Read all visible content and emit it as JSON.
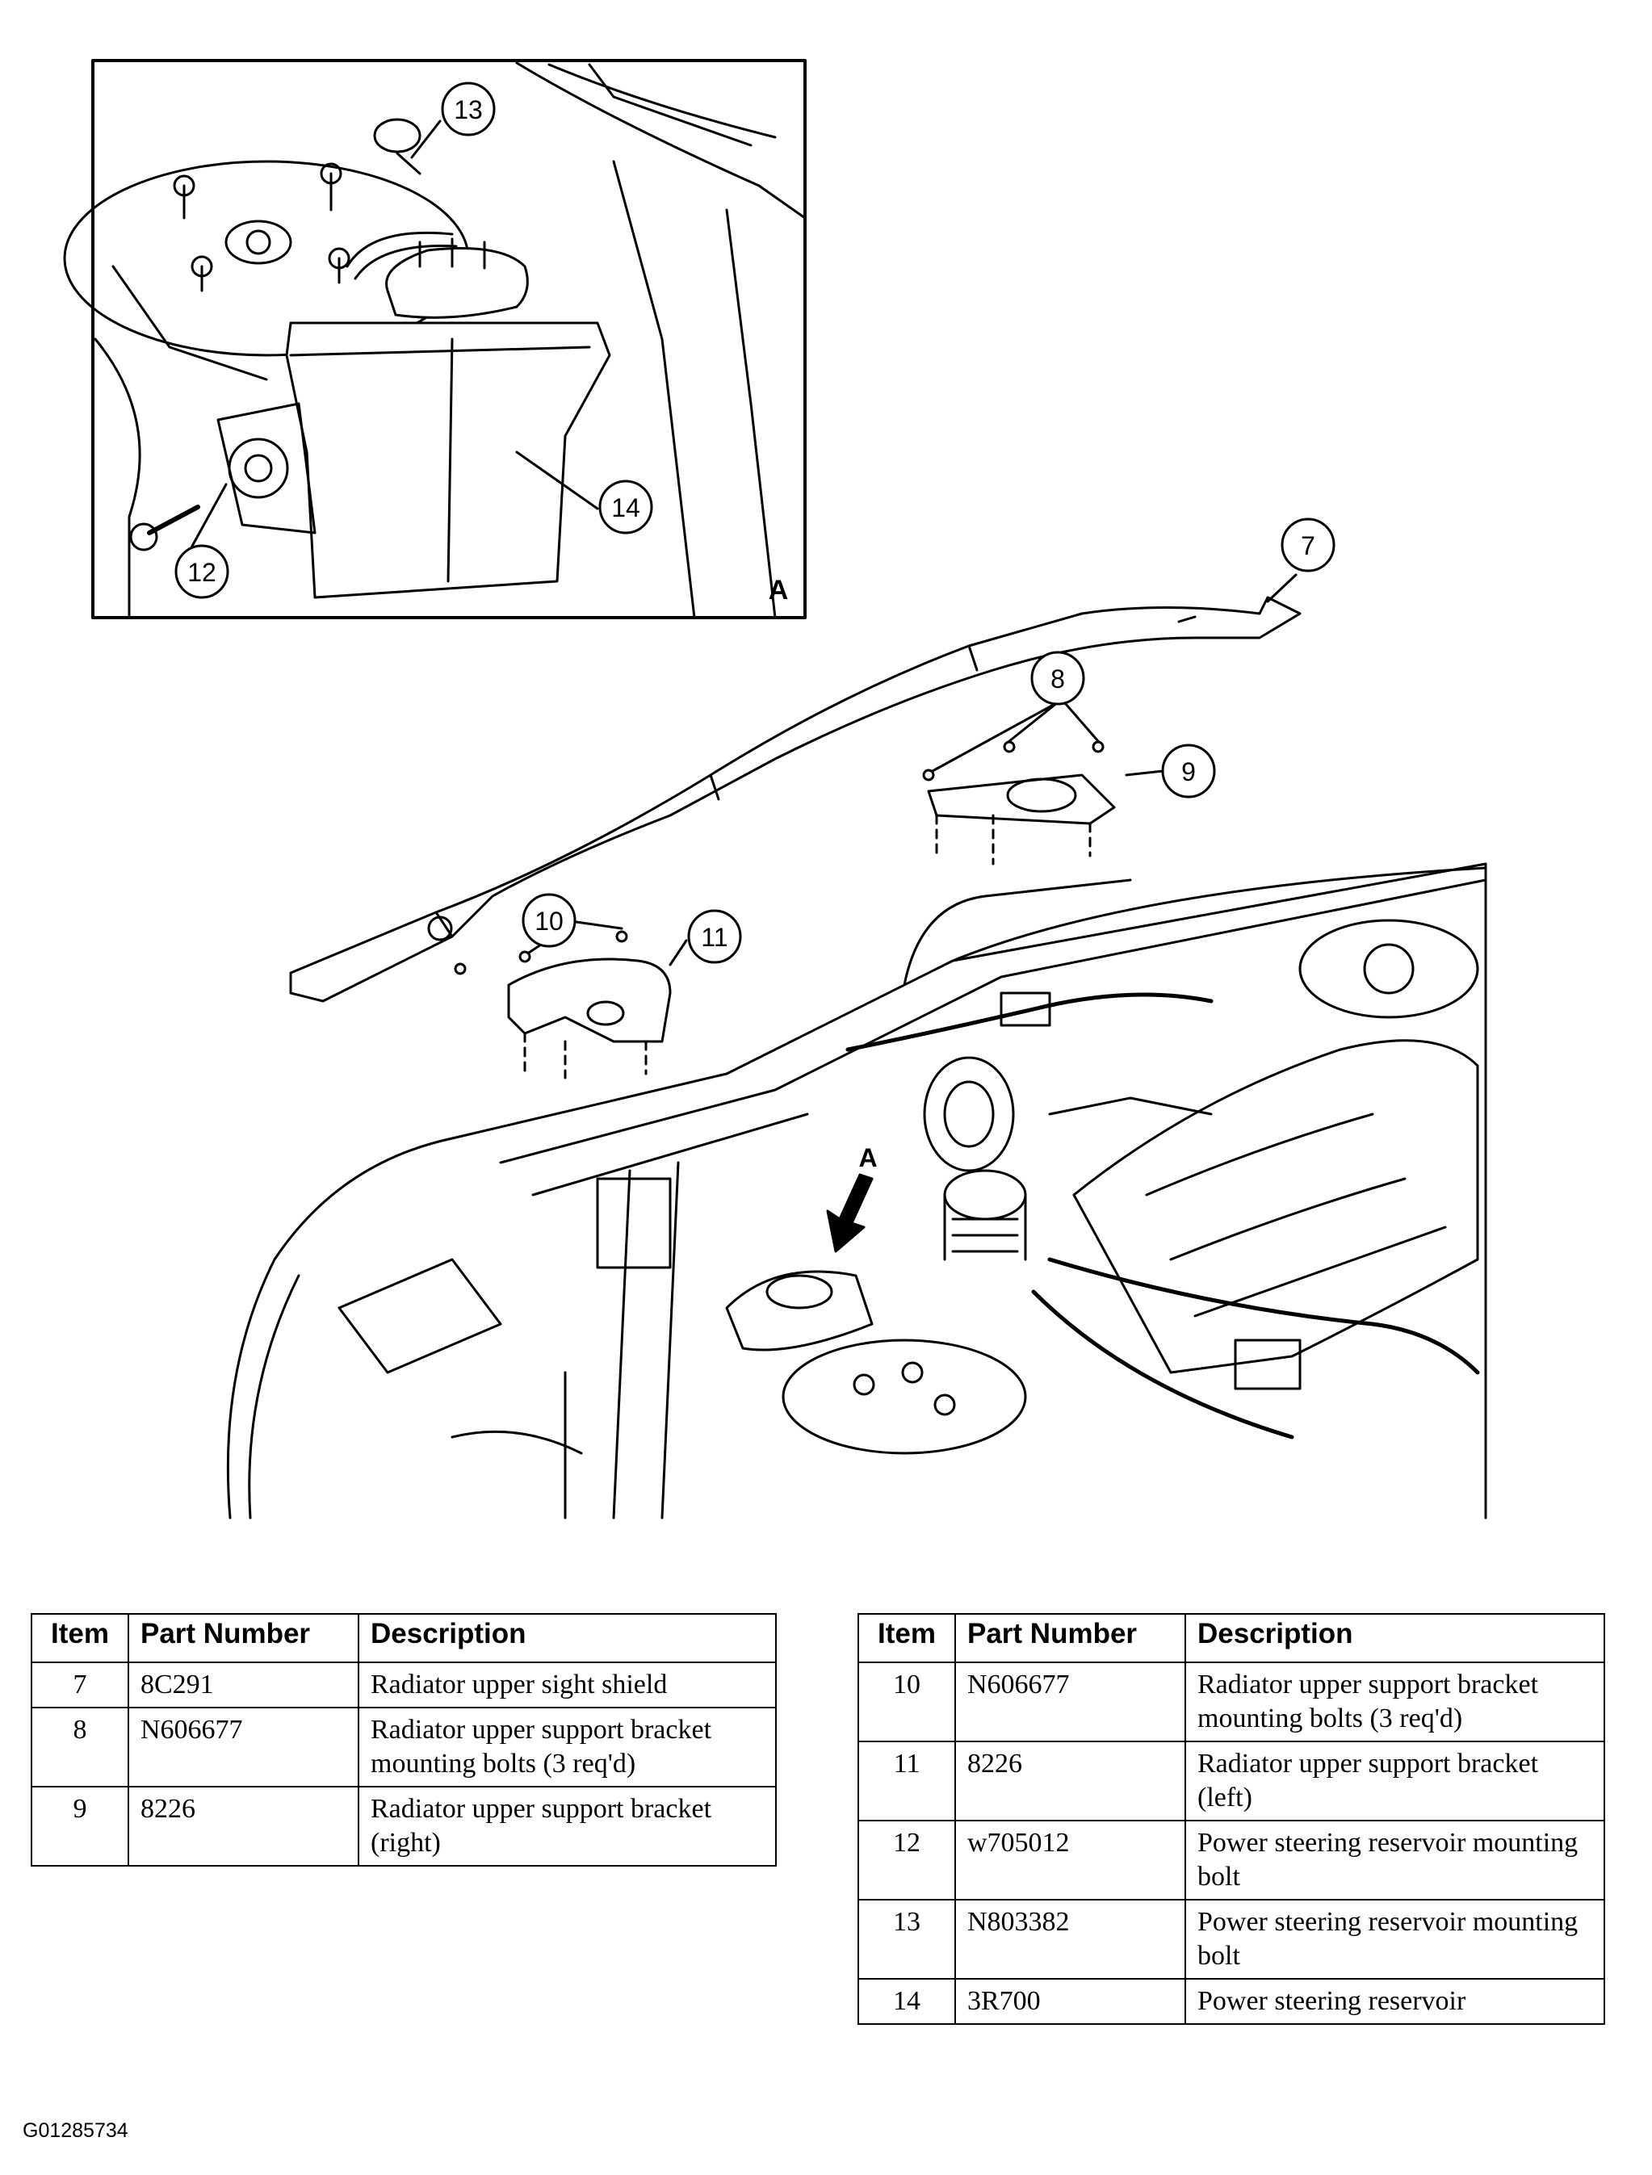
{
  "figure": {
    "inset_label": "A",
    "view_arrow_label": "A",
    "callouts": [
      "7",
      "8",
      "9",
      "10",
      "11",
      "12",
      "13",
      "14"
    ]
  },
  "tables": {
    "headers": {
      "item": "Item",
      "part_number": "Part Number",
      "description": "Description"
    },
    "left": [
      {
        "item": "7",
        "part_number": "8C291",
        "description": "Radiator upper sight shield"
      },
      {
        "item": "8",
        "part_number": "N606677",
        "description": "Radiator upper support bracket mounting bolts (3 req'd)"
      },
      {
        "item": "9",
        "part_number": "8226",
        "description": "Radiator upper support bracket (right)"
      }
    ],
    "right": [
      {
        "item": "10",
        "part_number": "N606677",
        "description": "Radiator upper support bracket mounting bolts (3 req'd)"
      },
      {
        "item": "11",
        "part_number": "8226",
        "description": "Radiator upper support bracket (left)"
      },
      {
        "item": "12",
        "part_number": "w705012",
        "description": "Power steering reservoir mounting bolt"
      },
      {
        "item": "13",
        "part_number": "N803382",
        "description": "Power steering reservoir mounting bolt"
      },
      {
        "item": "14",
        "part_number": "3R700",
        "description": "Power steering reservoir"
      }
    ]
  },
  "figure_id": "G01285734"
}
